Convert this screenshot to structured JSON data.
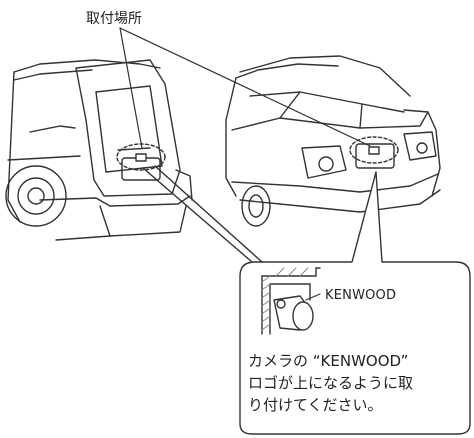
{
  "labels": {
    "mount_location": "取付場所",
    "brand": "KENWOOD"
  },
  "callout": {
    "lines": [
      "カメラの “KENWOOD”",
      "ロゴが上になるように取",
      "り付けてください。"
    ]
  },
  "colors": {
    "line": "#333333",
    "background": "#ffffff",
    "wall_hatch": "#888888"
  }
}
